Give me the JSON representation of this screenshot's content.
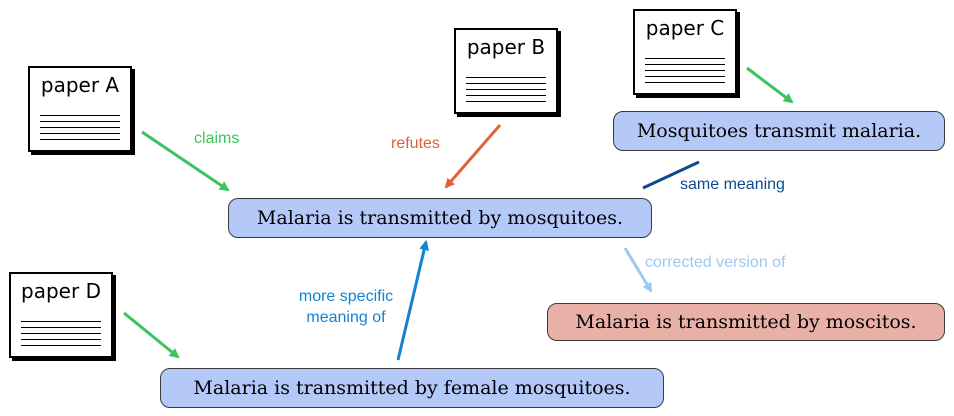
{
  "papers": {
    "a": {
      "title": "paper A"
    },
    "b": {
      "title": "paper B"
    },
    "c": {
      "title": "paper C"
    },
    "d": {
      "title": "paper D"
    }
  },
  "claims": {
    "main": "Malaria is transmitted by mosquitoes.",
    "mosquitoes_transmit": "Mosquitoes transmit malaria.",
    "moscitos": "Malaria is transmitted by moscitos.",
    "female": "Malaria is transmitted by female mosquitoes."
  },
  "edges": {
    "claims": {
      "label": "claims",
      "color": "#3cc35c"
    },
    "refutes": {
      "label": "refutes",
      "color": "#e2613c"
    },
    "same_meaning": {
      "label": "same meaning",
      "color": "#0d4a8c"
    },
    "corrected_version": {
      "label": "corrected version of",
      "color": "#9cc8f2"
    },
    "more_specific": {
      "label_line1": "more specific",
      "label_line2": "meaning of",
      "color": "#1482d2"
    }
  },
  "colors": {
    "claim_blue": "#b4c9f7",
    "claim_red": "#e8b0a6",
    "paper_to_claim_arrow": "#3cc35c"
  }
}
